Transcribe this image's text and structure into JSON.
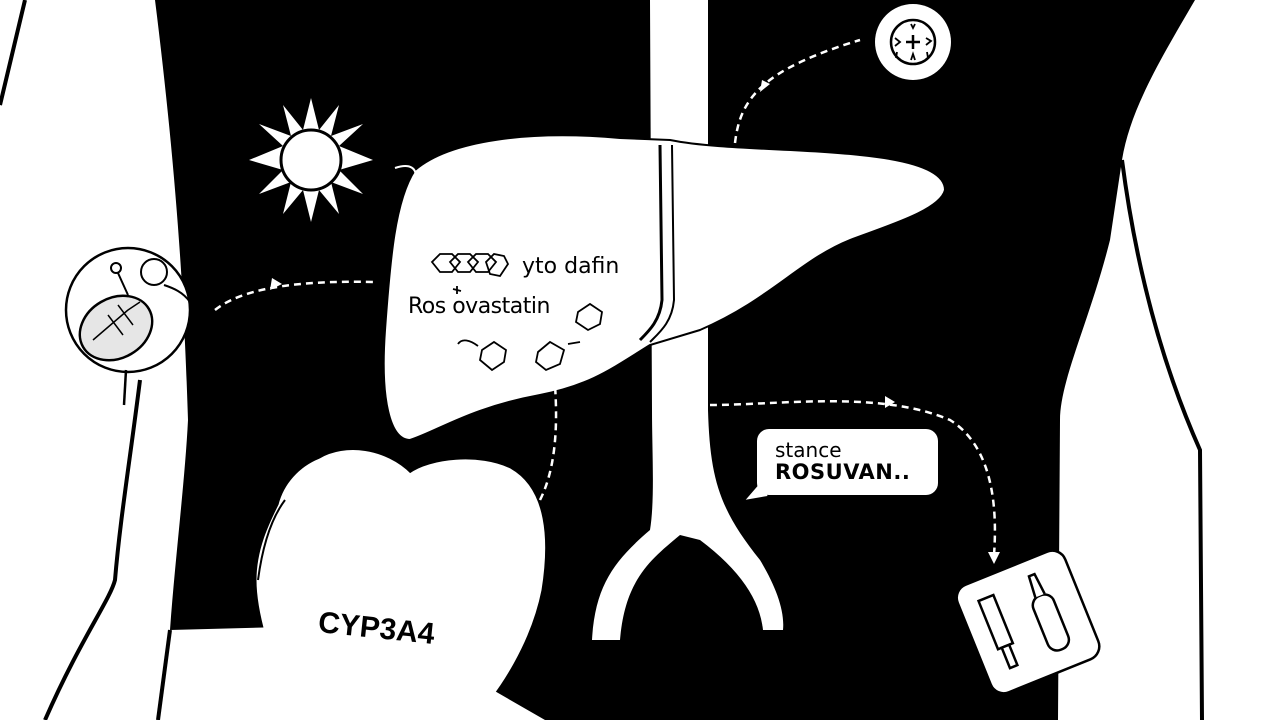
{
  "diagram": {
    "type": "medical-illustration",
    "theme": {
      "background": "#000000",
      "figure": "#ffffff",
      "stroke": "#000000"
    },
    "liver": {
      "label_line1": "yto dafin",
      "label_line2": "Ros ovastatin",
      "molecules": [
        "hexagon-chain",
        "hexagon",
        "hexagon",
        "hexagon"
      ]
    },
    "speech_bubble": {
      "line1": "stance",
      "line2": "ROSUVAN.."
    },
    "heart": {
      "label": "CYP3A4"
    },
    "icons": [
      {
        "name": "sun-icon",
        "position": "upper-left"
      },
      {
        "name": "clock-compass-icon",
        "position": "top-right"
      },
      {
        "name": "stomach-pill-icon",
        "position": "left"
      },
      {
        "name": "test-tubes-icon",
        "position": "bottom-right"
      }
    ],
    "connectors": [
      {
        "from": "stomach-pill-icon",
        "to": "liver",
        "style": "dashed-arrow"
      },
      {
        "from": "liver",
        "to": "clock-compass-icon",
        "style": "dashed-arrow"
      },
      {
        "from": "heart",
        "to": "liver",
        "style": "dashed-arrow"
      },
      {
        "from": "aorta",
        "to": "test-tubes-icon",
        "style": "dashed-arrow"
      }
    ]
  }
}
